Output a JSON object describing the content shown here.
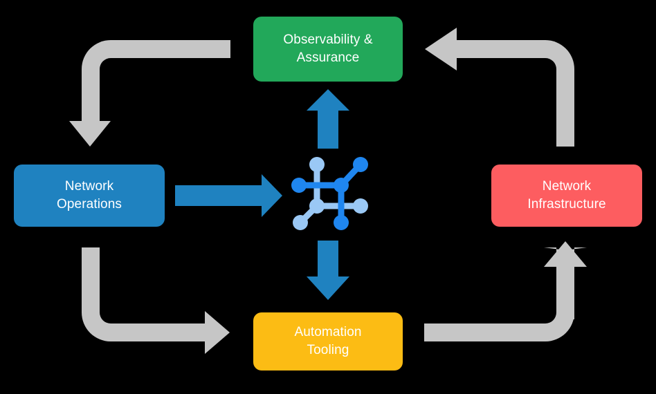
{
  "diagram": {
    "title": "Network automation lifecycle loop",
    "background_color": "#000000",
    "boxes": [
      {
        "id": "observability",
        "label": "Observability &\nAssurance",
        "color": "#22a85a",
        "text_color": "#ffffff",
        "position": "top"
      },
      {
        "id": "operations",
        "label": "Network\nOperations",
        "color": "#1f82c0",
        "text_color": "#ffffff",
        "position": "left"
      },
      {
        "id": "infrastructure",
        "label": "Network\nInfrastructure",
        "color": "#fd5d60",
        "text_color": "#ffffff",
        "position": "right"
      },
      {
        "id": "automation",
        "label": "Automation\nTooling",
        "color": "#fcbc14",
        "text_color": "#ffffff",
        "position": "bottom"
      }
    ],
    "center_icon": {
      "name": "network-topology-icon",
      "dark_color": "#1f86ef",
      "light_color": "#9ac8f5",
      "node_count": 8
    },
    "blue_arrows": {
      "color": "#1f82c0",
      "items": [
        {
          "id": "operations-to-center",
          "direction": "right"
        },
        {
          "id": "center-to-observability",
          "direction": "up"
        },
        {
          "id": "center-to-automation",
          "direction": "down"
        }
      ]
    },
    "gray_arrows": {
      "color": "#c6c6c6",
      "items": [
        {
          "id": "observability-to-operations",
          "direction": "down",
          "corner": "top-left"
        },
        {
          "id": "operations-to-automation",
          "direction": "right",
          "corner": "bottom-left"
        },
        {
          "id": "automation-to-infrastructure",
          "direction": "up",
          "corner": "bottom-right"
        },
        {
          "id": "infrastructure-to-observability",
          "direction": "left",
          "corner": "top-right"
        }
      ]
    }
  }
}
